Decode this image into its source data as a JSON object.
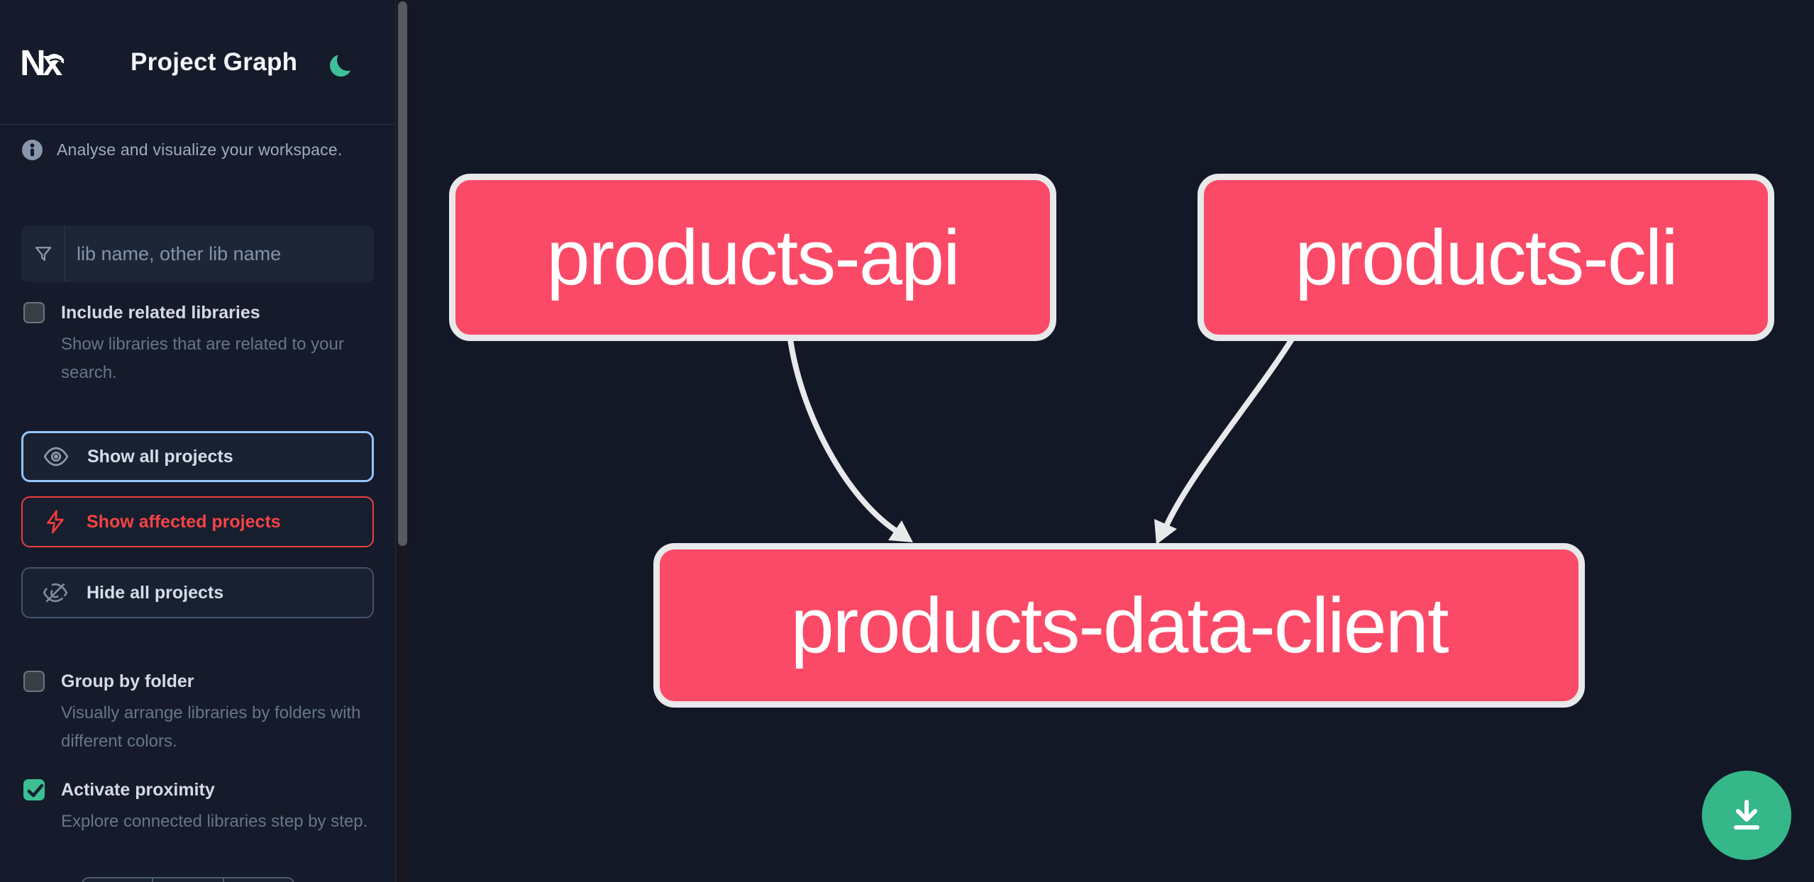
{
  "header": {
    "logo_text": "Nx",
    "title": "Project Graph"
  },
  "sidebar": {
    "tagline": "Analyse and visualize your workspace.",
    "search": {
      "placeholder": "lib name, other lib name",
      "value": ""
    },
    "options": [
      {
        "label": "Include related libraries",
        "description": "Show libraries that are related to your search.",
        "checked": false
      },
      {
        "label": "Group by folder",
        "description": "Visually arrange libraries by folders with different colors.",
        "checked": false
      },
      {
        "label": "Activate proximity",
        "description": "Explore connected libraries step by step.",
        "checked": true
      }
    ],
    "actions": [
      {
        "label": "Show all projects",
        "icon": "eye-icon",
        "state": "focused"
      },
      {
        "label": "Show affected projects",
        "icon": "bolt-icon",
        "state": "danger"
      },
      {
        "label": "Hide all projects",
        "icon": "eye-off-icon",
        "state": "default"
      }
    ]
  },
  "graph": {
    "nodes": [
      {
        "id": "products-api",
        "label": "products-api"
      },
      {
        "id": "products-cli",
        "label": "products-cli"
      },
      {
        "id": "products-data-client",
        "label": "products-data-client"
      }
    ],
    "edges": [
      {
        "source": "products-api",
        "target": "products-data-client"
      },
      {
        "source": "products-cli",
        "target": "products-data-client"
      }
    ]
  },
  "fab": {
    "icon": "download-icon"
  },
  "icons": [
    "nx-logo",
    "moon-icon",
    "info-icon",
    "filter-icon",
    "eye-icon",
    "bolt-icon",
    "eye-off-icon",
    "check-icon",
    "download-icon"
  ],
  "colors": {
    "accent_green": "#3fbf97",
    "node_fill": "#fb4a67",
    "node_border": "#e8e9eb",
    "edge": "#e8e9ea",
    "focus_blue": "#93c5fd",
    "danger_red": "#ef3e3e",
    "sidebar_bg": "#151b2a",
    "canvas_bg": "#121826"
  }
}
